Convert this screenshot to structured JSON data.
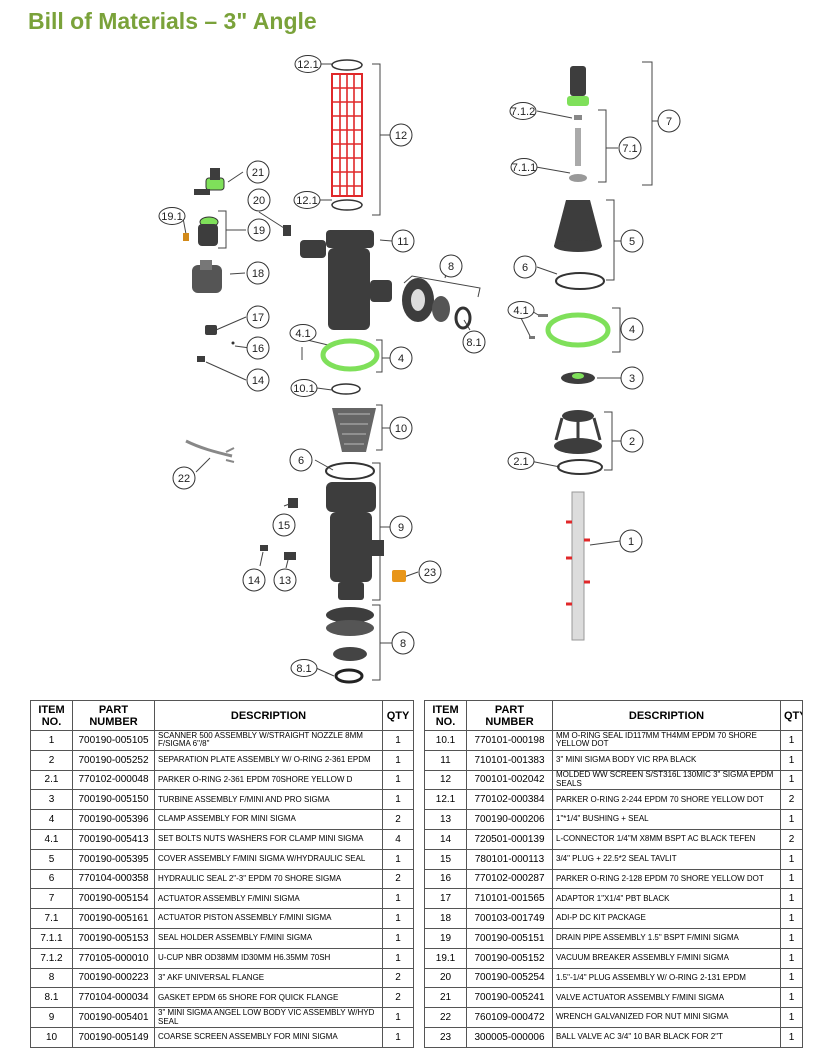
{
  "title": "Bill of Materials – 3\" Angle",
  "colors": {
    "title": "#7aa23a",
    "accent_green": "#7fe05a",
    "screen_red": "#e0282a",
    "part_dark": "#3d3d3d",
    "pipe": "#dcdcdc"
  },
  "callouts": [
    "12.1",
    "12",
    "12.1",
    "21",
    "20",
    "19.1",
    "19",
    "11",
    "18",
    "17",
    "16",
    "14",
    "4.1",
    "4",
    "10.1",
    "10",
    "22",
    "6",
    "9",
    "15",
    "14",
    "13",
    "23",
    "8",
    "8.1",
    "8",
    "8.1",
    "7.1.2",
    "7.1",
    "7",
    "7.1.1",
    "5",
    "6",
    "4.1",
    "4",
    "3",
    "2",
    "2.1",
    "1"
  ],
  "table": {
    "headers": {
      "item": "ITEM NO.",
      "part": "PART NUMBER",
      "desc": "DESCRIPTION",
      "qty": "QTY"
    },
    "left": [
      {
        "item": "1",
        "part": "700190-005105",
        "desc": "SCANNER 500 ASSEMBLY W/STRAIGHT NOZZLE 8MM F/SIGMA 6\"/8\"",
        "qty": "1"
      },
      {
        "item": "2",
        "part": "700190-005252",
        "desc": "SEPARATION PLATE ASSEMBLY W/ O-RING 2-361 EPDM",
        "qty": "1"
      },
      {
        "item": "2.1",
        "part": "770102-000048",
        "desc": "PARKER O-RING 2-361 EPDM 70SHORE YELLOW D",
        "qty": "1"
      },
      {
        "item": "3",
        "part": "700190-005150",
        "desc": "TURBINE ASSEMBLY F/MINI AND PRO SIGMA",
        "qty": "1"
      },
      {
        "item": "4",
        "part": "700190-005396",
        "desc": "CLAMP ASSEMBLY FOR MINI SIGMA",
        "qty": "2"
      },
      {
        "item": "4.1",
        "part": "700190-005413",
        "desc": "SET BOLTS NUTS WASHERS FOR CLAMP MINI SIGMA",
        "qty": "4"
      },
      {
        "item": "5",
        "part": "700190-005395",
        "desc": "COVER ASSEMBLY F/MINI SIGMA W/HYDRAULIC SEAL",
        "qty": "1"
      },
      {
        "item": "6",
        "part": "770104-000358",
        "desc": "HYDRAULIC SEAL 2\"-3\" EPDM 70 SHORE SIGMA",
        "qty": "2"
      },
      {
        "item": "7",
        "part": "700190-005154",
        "desc": "ACTUATOR ASSEMBLY F/MINI SIGMA",
        "qty": "1"
      },
      {
        "item": "7.1",
        "part": "700190-005161",
        "desc": "ACTUATOR PISTON ASSEMBLY F/MINI SIGMA",
        "qty": "1"
      },
      {
        "item": "7.1.1",
        "part": "700190-005153",
        "desc": "SEAL HOLDER ASSEMBLY F/MINI SIGMA",
        "qty": "1"
      },
      {
        "item": "7.1.2",
        "part": "770105-000010",
        "desc": "U-CUP NBR OD38MM ID30MM H6.35MM 70SH",
        "qty": "1"
      },
      {
        "item": "8",
        "part": "700190-000223",
        "desc": "3\" AKF UNIVERSAL FLANGE",
        "qty": "2"
      },
      {
        "item": "8.1",
        "part": "770104-000034",
        "desc": "GASKET EPDM 65 SHORE FOR QUICK FLANGE",
        "qty": "2"
      },
      {
        "item": "9",
        "part": "700190-005401",
        "desc": "3\" MINI SIGMA ANGEL LOW BODY VIC ASSEMBLY W/HYD SEAL",
        "qty": "1"
      },
      {
        "item": "10",
        "part": "700190-005149",
        "desc": "COARSE SCREEN ASSEMBLY FOR MINI SIGMA",
        "qty": "1"
      }
    ],
    "right": [
      {
        "item": "10.1",
        "part": "770101-000198",
        "desc": "MM O-RING SEAL ID117MM TH4MM EPDM 70 SHORE YELLOW DOT",
        "qty": "1"
      },
      {
        "item": "11",
        "part": "710101-001383",
        "desc": "3\" MINI SIGMA BODY VIC RPA BLACK",
        "qty": "1"
      },
      {
        "item": "12",
        "part": "700101-002042",
        "desc": "MOLDED WW SCREEN S/ST316L 130MIC 3\" SIGMA EPDM SEALS",
        "qty": "1"
      },
      {
        "item": "12.1",
        "part": "770102-000384",
        "desc": "PARKER O-RING 2-244 EPDM 70 SHORE YELLOW DOT",
        "qty": "2"
      },
      {
        "item": "13",
        "part": "700190-000206",
        "desc": "1\"*1/4\" BUSHING + SEAL",
        "qty": "1"
      },
      {
        "item": "14",
        "part": "720501-000139",
        "desc": "L-CONNECTOR 1/4\"M X8MM BSPT AC BLACK TEFEN",
        "qty": "2"
      },
      {
        "item": "15",
        "part": "780101-000113",
        "desc": "3/4\" PLUG + 22.5*2 SEAL TAVLIT",
        "qty": "1"
      },
      {
        "item": "16",
        "part": "770102-000287",
        "desc": "PARKER O-RING 2-128 EPDM 70 SHORE YELLOW DOT",
        "qty": "1"
      },
      {
        "item": "17",
        "part": "710101-001565",
        "desc": "ADAPTOR 1\"X1/4\" PBT BLACK",
        "qty": "1"
      },
      {
        "item": "18",
        "part": "700103-001749",
        "desc": "ADI-P DC KIT PACKAGE",
        "qty": "1"
      },
      {
        "item": "19",
        "part": "700190-005151",
        "desc": "DRAIN PIPE ASSEMBLY 1.5\" BSPT F/MINI SIGMA",
        "qty": "1"
      },
      {
        "item": "19.1",
        "part": "700190-005152",
        "desc": "VACUUM BREAKER ASSEMBLY F/MINI SIGMA",
        "qty": "1"
      },
      {
        "item": "20",
        "part": "700190-005254",
        "desc": "1.5\"-1/4\" PLUG ASSEMBLY W/ O-RING 2-131 EPDM",
        "qty": "1"
      },
      {
        "item": "21",
        "part": "700190-005241",
        "desc": "VALVE ACTUATOR ASSEMBLY F/MINI SIGMA",
        "qty": "1"
      },
      {
        "item": "22",
        "part": "760109-000472",
        "desc": "WRENCH GALVANIZED FOR NUT MINI SIGMA",
        "qty": "1"
      },
      {
        "item": "23",
        "part": "300005-000006",
        "desc": "BALL VALVE AC 3/4\" 10 BAR BLACK FOR 2\"T",
        "qty": "1"
      }
    ]
  }
}
